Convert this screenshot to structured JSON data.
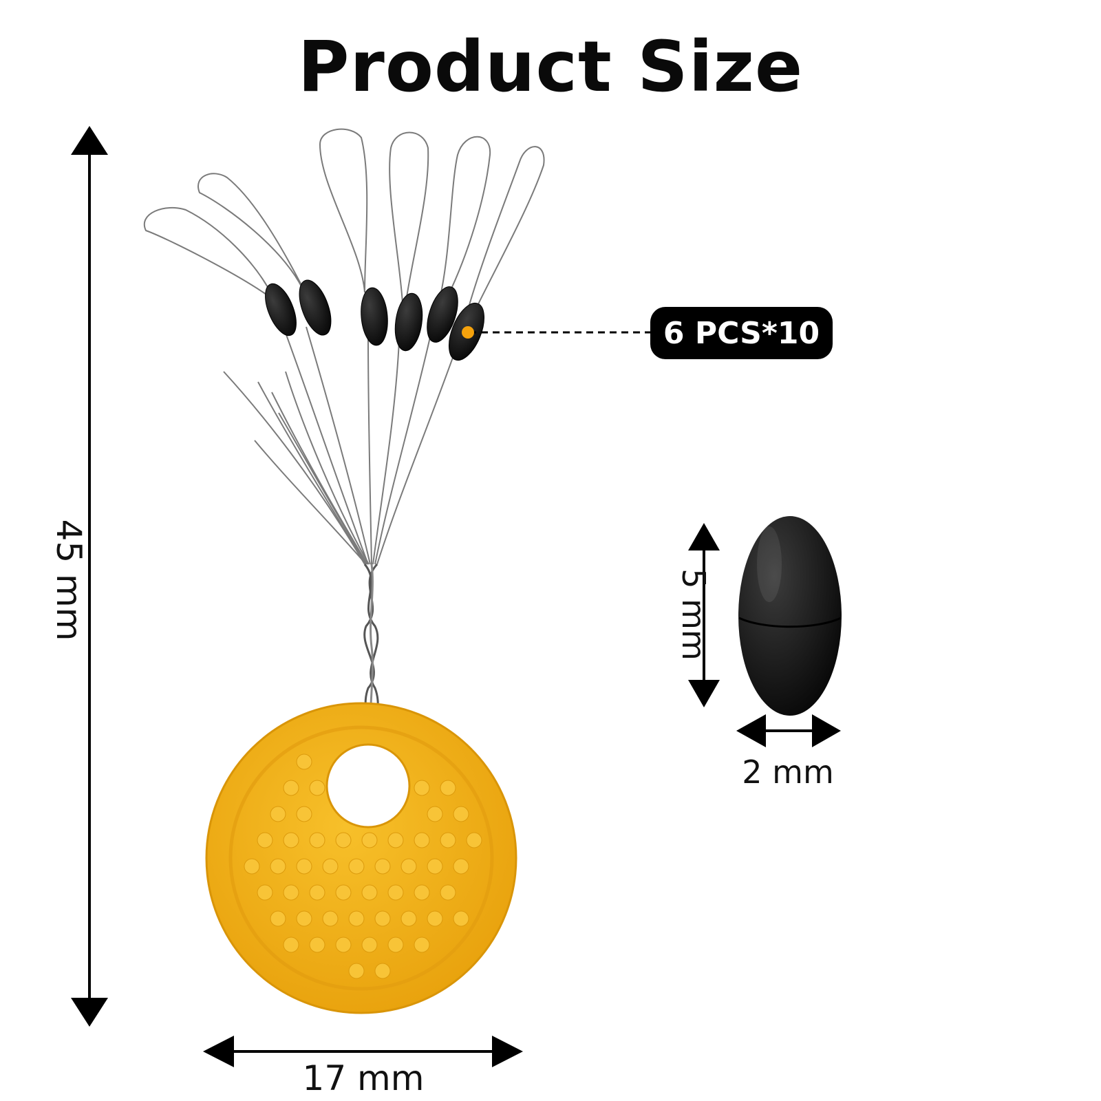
{
  "title": "Product Size",
  "dimensions": {
    "total_height": "45 mm",
    "disc_width": "17 mm",
    "bead_height": "5 mm",
    "bead_width": "2 mm"
  },
  "quantity_badge": "6 PCS*10",
  "colors": {
    "disc": "#f2b11a",
    "bead": "#111111",
    "callout_dot": "#f5a20c",
    "badge_bg": "#000000",
    "badge_text": "#ffffff"
  }
}
